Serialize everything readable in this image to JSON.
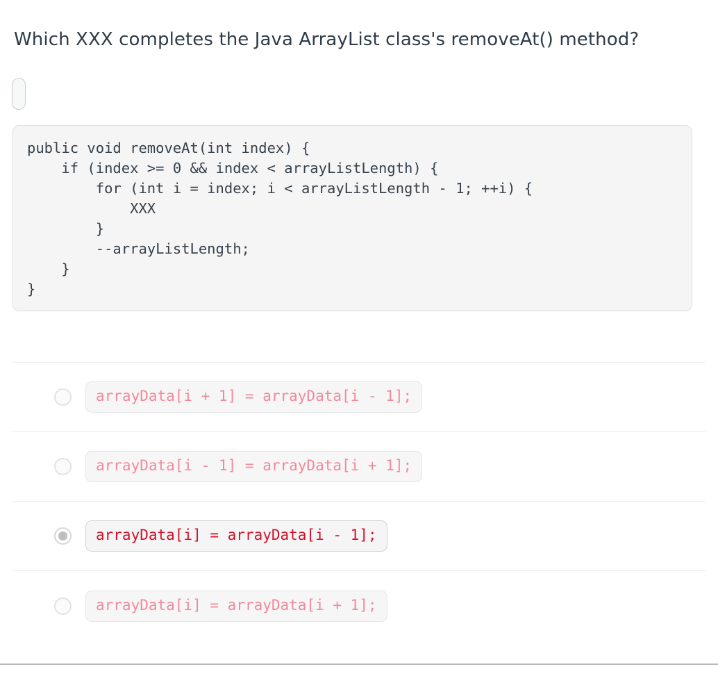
{
  "question": {
    "text": "Which XXX completes the Java ArrayList class's removeAt() method?"
  },
  "code_block": {
    "language": "java",
    "content": "public void removeAt(int index) {\n    if (index >= 0 && index < arrayListLength) {\n        for (int i = index; i < arrayListLength - 1; ++i) {\n            XXX\n        }\n        --arrayListLength;\n    }\n}"
  },
  "options": [
    {
      "id": "option-1",
      "code": "arrayData[i + 1] = arrayData[i - 1];",
      "selected": false
    },
    {
      "id": "option-2",
      "code": "arrayData[i - 1] = arrayData[i + 1];",
      "selected": false
    },
    {
      "id": "option-3",
      "code": "arrayData[i] = arrayData[i - 1];",
      "selected": true
    },
    {
      "id": "option-4",
      "code": "arrayData[i] = arrayData[i + 1];",
      "selected": false
    }
  ],
  "colors": {
    "question_text": "#2f3c48",
    "code_text": "#37424d",
    "code_background": "#f5f5f5",
    "option_text": "#f2899a",
    "option_text_selected": "#d4102a",
    "divider": "#ececec",
    "bottom_rule": "#b6b8ba",
    "radio_selected_dot": "#bfbfbf"
  }
}
